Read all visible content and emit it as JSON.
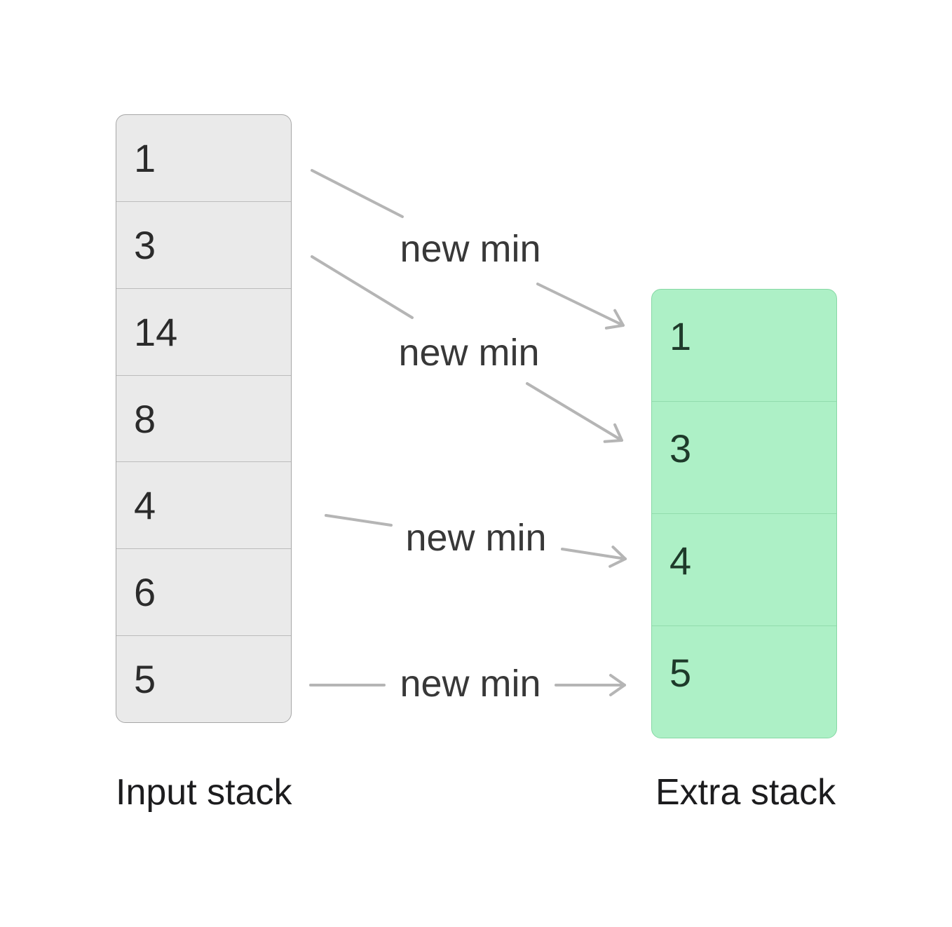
{
  "input_stack": {
    "label": "Input stack",
    "cells": [
      "1",
      "3",
      "14",
      "8",
      "4",
      "6",
      "5"
    ]
  },
  "extra_stack": {
    "label": "Extra stack",
    "cells": [
      "1",
      "3",
      "4",
      "5"
    ]
  },
  "annotations": {
    "labels": [
      "new min",
      "new min",
      "new min",
      "new min"
    ]
  },
  "colors": {
    "background": "#ffffff",
    "input_fill": "#eaeaea",
    "input_border": "#a6a6a6",
    "input_divider": "#bcbcbc",
    "extra_fill": "#adf0c6",
    "extra_border": "#87d8a5",
    "extra_divider": "#92dcad",
    "arrow": "#b5b5b5",
    "number_text": "#2b2b2b",
    "extra_number_text": "#1e3a2a",
    "annotation_text": "#383838",
    "label_text": "#1c1c1e"
  }
}
